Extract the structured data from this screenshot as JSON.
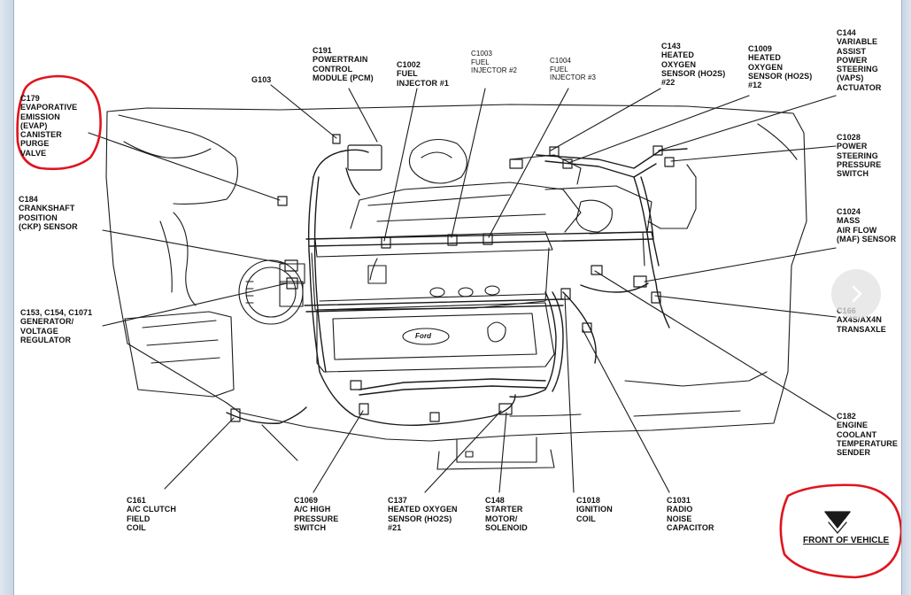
{
  "labels": {
    "c191": "C191\nPOWERTRAIN\nCONTROL\nMODULE (PCM)",
    "g103": "G103",
    "c1002": "C1002\nFUEL\nINJECTOR #1",
    "c1003": "C1003\nFUEL\nINJECTOR #2",
    "c1004": "C1004\nFUEL\nINJECTOR #3",
    "c143": "C143\nHEATED\nOXYGEN\nSENSOR (HO2S)\n#22",
    "c1009": "C1009\nHEATED\nOXYGEN\nSENSOR (HO2S)\n#12",
    "c144": "C144\nVARIABLE\nASSIST\nPOWER\nSTEERING\n(VAPS)\nACTUATOR",
    "c179": "C179\nEVAPORATIVE\nEMISSION\n(EVAP)\nCANISTER\nPURGE\nVALVE",
    "c1028": "C1028\nPOWER\nSTEERING\nPRESSURE\nSWITCH",
    "c184": "C184\nCRANKSHAFT\nPOSITION\n(CKP) SENSOR",
    "c1024": "C1024\nMASS\nAIR FLOW\n(MAF) SENSOR",
    "c153": "C153, C154, C1071\nGENERATOR/\nVOLTAGE\nREGULATOR",
    "c166": "C166\nAX4S/AX4N\nTRANSAXLE",
    "c182": "C182\nENGINE\nCOOLANT\nTEMPERATURE\nSENDER",
    "c161": "C161\nA/C CLUTCH\nFIELD\nCOIL",
    "c1069": "C1069\nA/C HIGH\nPRESSURE\nSWITCH",
    "c137": "C137\nHEATED OXYGEN\nSENSOR (HO2S)\n#21",
    "c148": "C148\nSTARTER\nMOTOR/\nSOLENOID",
    "c1018": "C1018\nIGNITION\nCOIL",
    "c1031": "C1031\nRADIO\nNOISE\nCAPACITOR",
    "front": "FRONT OF VEHICLE",
    "ford": "Ford"
  },
  "icons": {
    "next": "chevron-right-icon",
    "front_arrow": "down-arrow-icon"
  },
  "colors": {
    "highlight_circle": "#e0141e",
    "line": "#1a1a1a",
    "frame": "#c9d5e4"
  }
}
